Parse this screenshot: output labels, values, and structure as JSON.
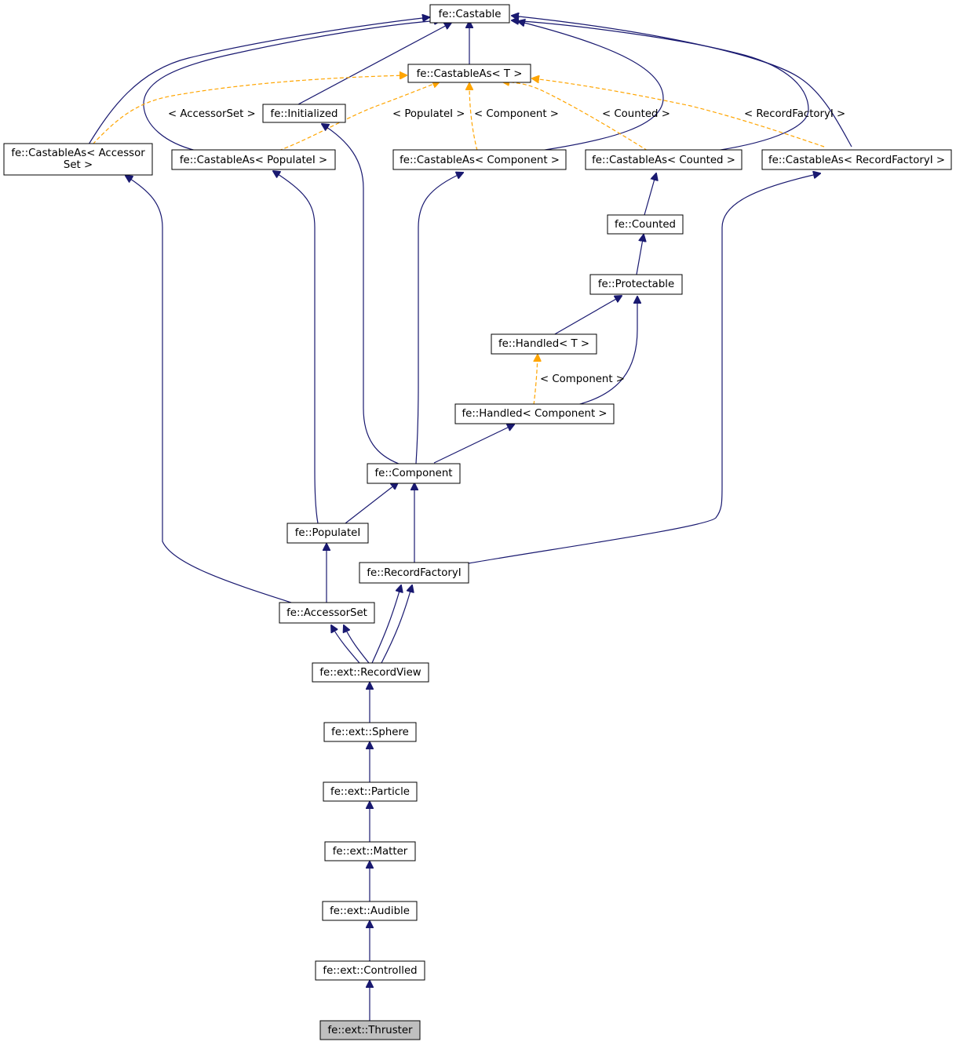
{
  "nodes": {
    "castable": "fe::Castable",
    "castable_as_t": "fe::CastableAs< T >",
    "initialized": "fe::Initialized",
    "castable_as_accessorset_l1": "fe::CastableAs< Accessor",
    "castable_as_accessorset_l2": "Set >",
    "castable_as_populatei": "fe::CastableAs< PopulateI >",
    "castable_as_component": "fe::CastableAs< Component >",
    "castable_as_counted": "fe::CastableAs< Counted >",
    "castable_as_recordfactoryi": "fe::CastableAs< RecordFactoryI >",
    "counted": "fe::Counted",
    "protectable": "fe::Protectable",
    "handled_t": "fe::Handled< T >",
    "handled_component": "fe::Handled< Component >",
    "component": "fe::Component",
    "populatei": "fe::PopulateI",
    "recordfactoryi": "fe::RecordFactoryI",
    "accessorset": "fe::AccessorSet",
    "recordview": "fe::ext::RecordView",
    "sphere": "fe::ext::Sphere",
    "particle": "fe::ext::Particle",
    "matter": "fe::ext::Matter",
    "audible": "fe::ext::Audible",
    "controlled": "fe::ext::Controlled",
    "thruster": "fe::ext::Thruster"
  },
  "edge_labels": {
    "accessorset": "< AccessorSet >",
    "populatei": "< PopulateI >",
    "component": "< Component >",
    "counted": "< Counted >",
    "recordfactoryi": "< RecordFactoryI >",
    "handled_component": "< Component >"
  },
  "colors": {
    "inheritance_edge": "#191970",
    "template_edge": "#ffa500",
    "highlight_fill": "#bfbfbf"
  }
}
